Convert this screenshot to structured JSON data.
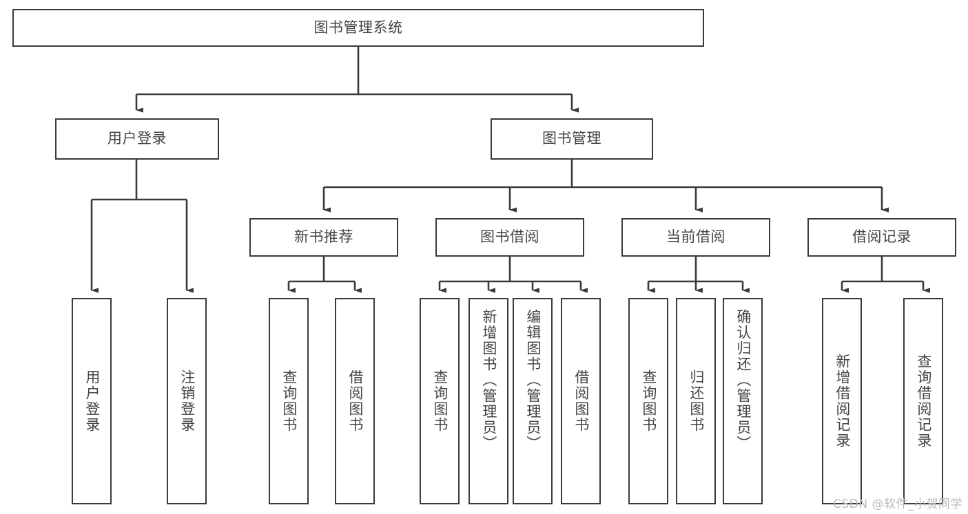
{
  "diagram": {
    "title": "图书管理系统",
    "watermark": "CSDN @软件_小贺同学",
    "colors": {
      "stroke": "#3a3a3a",
      "text": "#444444",
      "background": "#ffffff",
      "watermark": "#b8b8b8"
    },
    "levels": {
      "root": {
        "label": "图书管理系统"
      },
      "level2": [
        {
          "label": "用户登录"
        },
        {
          "label": "图书管理"
        }
      ],
      "level3": [
        {
          "label": "新书推荐"
        },
        {
          "label": "图书借阅"
        },
        {
          "label": "当前借阅"
        },
        {
          "label": "借阅记录"
        }
      ],
      "leaves": {
        "user_login": [
          {
            "label": "用户登录"
          },
          {
            "label": "注销登录"
          }
        ],
        "new_book": [
          {
            "label": "查询图书"
          },
          {
            "label": "借阅图书"
          }
        ],
        "borrow_book": [
          {
            "label": "查询图书"
          },
          {
            "label": "新增图书（管理员）"
          },
          {
            "label": "编辑图书（管理员）"
          },
          {
            "label": "借阅图书"
          }
        ],
        "current_borrow": [
          {
            "label": "查询图书"
          },
          {
            "label": "归还图书"
          },
          {
            "label": "确认归还（管理员）"
          }
        ],
        "borrow_record": [
          {
            "label": "新增借阅记录"
          },
          {
            "label": "查询借阅记录"
          }
        ]
      }
    }
  }
}
